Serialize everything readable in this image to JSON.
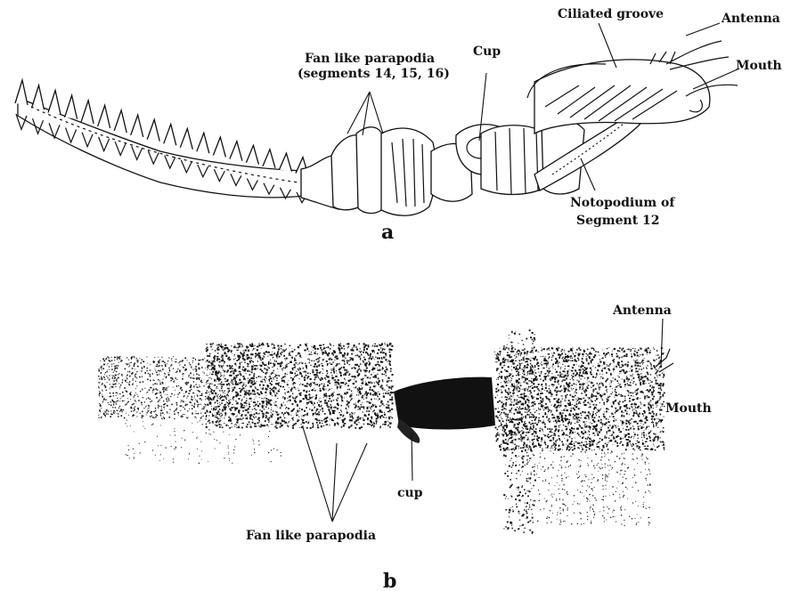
{
  "panel_a": {
    "letter": "a",
    "labels": {
      "fan_like_parapodia_line1": "Fan like parapodia",
      "fan_like_parapodia_line2": "(segments 14, 15, 16)",
      "cup": "Cup",
      "ciliated_groove": "Ciliated groove",
      "antenna": "Antenna",
      "mouth": "Mouth",
      "notopodium_line1": "Notopodium of",
      "notopodium_line2": "Segment 12"
    }
  },
  "panel_b": {
    "letter": "b",
    "labels": {
      "antenna": "Antenna",
      "mouth": "Mouth",
      "cup": "cup",
      "fan_like_parapodia": "Fan like parapodia"
    }
  },
  "colors": {
    "ink": "#111111",
    "paper": "#ffffff"
  }
}
